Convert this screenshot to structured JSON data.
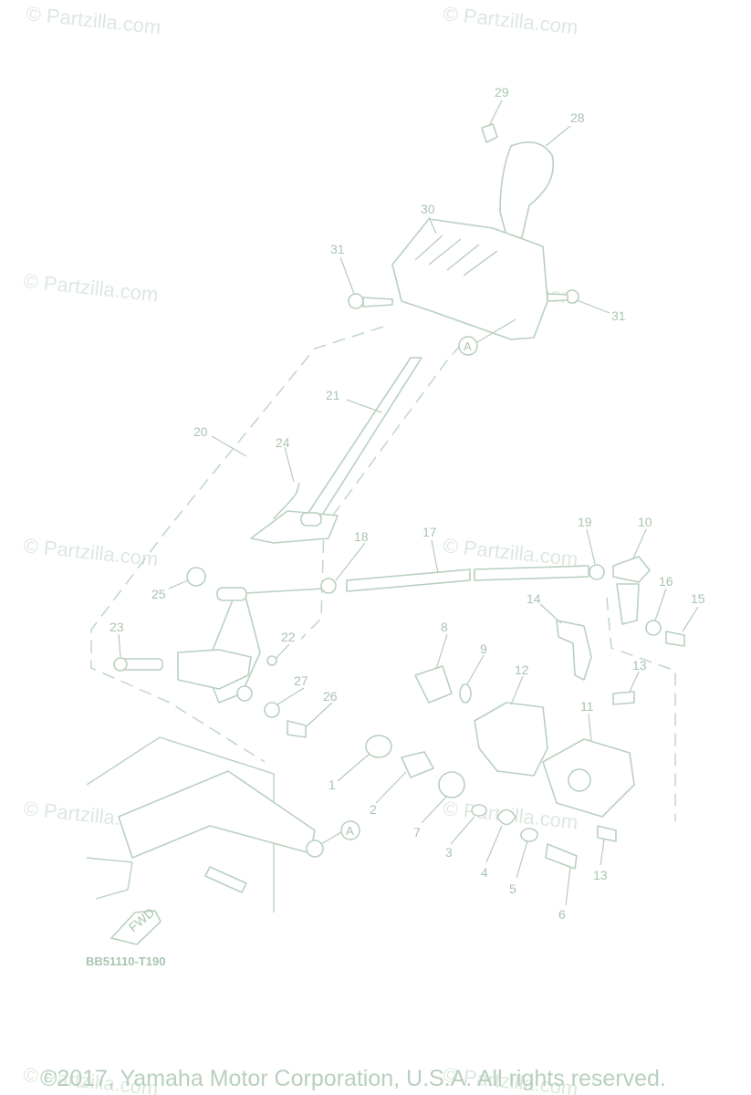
{
  "watermark": "Partzilla.com",
  "watermark_symbol": "©",
  "diagram_code": "BB51110-T190",
  "copyright": "©2017, Yamaha Motor Corporation, U.S.A. All rights reserved.",
  "fwd_label": "FWD",
  "ref_marker": "A",
  "callouts": [
    "29",
    "28",
    "30",
    "31",
    "31",
    "21",
    "20",
    "24",
    "18",
    "17",
    "19",
    "10",
    "25",
    "16",
    "15",
    "14",
    "23",
    "22",
    "8",
    "9",
    "12",
    "13",
    "27",
    "26",
    "11",
    "1",
    "2",
    "7",
    "3",
    "4",
    "5",
    "13",
    "6"
  ],
  "colors": {
    "line": "#b9d0bf",
    "text": "#a9c4b0",
    "watermark": "#dde8e0"
  }
}
